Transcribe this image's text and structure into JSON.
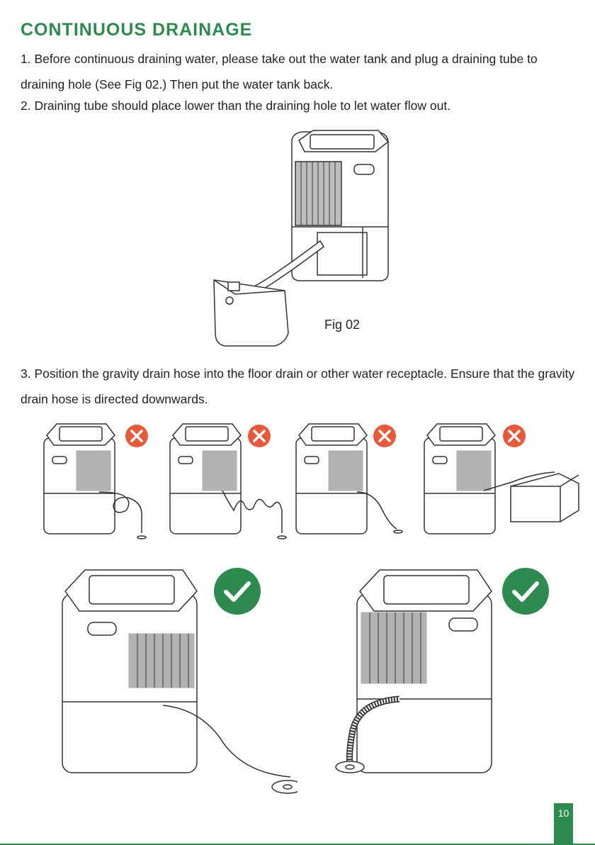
{
  "header": {
    "title": "CONTINUOUS DRAINAGE"
  },
  "instructions": {
    "step1": "1. Before continuous draining water, please take out the water tank and plug a draining tube to draining hole (See Fig 02.) Then put the water tank back.",
    "step2": "2. Draining tube should place lower than the draining hole to let water flow out.",
    "step3": "3. Position the gravity drain hose into the floor drain or other water receptacle. Ensure that the gravity drain hose is directed downwards."
  },
  "figure": {
    "label": "Fig 02"
  },
  "examples": {
    "incorrect": [
      {
        "icon": "x-mark-icon",
        "color": "#e8593a"
      },
      {
        "icon": "x-mark-icon",
        "color": "#e8593a"
      },
      {
        "icon": "x-mark-icon",
        "color": "#e8593a"
      },
      {
        "icon": "x-mark-icon",
        "color": "#e8593a"
      }
    ],
    "correct": [
      {
        "icon": "check-mark-icon",
        "color": "#2e8a4f"
      },
      {
        "icon": "check-mark-icon",
        "color": "#2e8a4f"
      }
    ]
  },
  "footer": {
    "page_number": "10"
  },
  "colors": {
    "accent": "#2e8a4f",
    "error": "#e8593a",
    "text": "#222222"
  }
}
